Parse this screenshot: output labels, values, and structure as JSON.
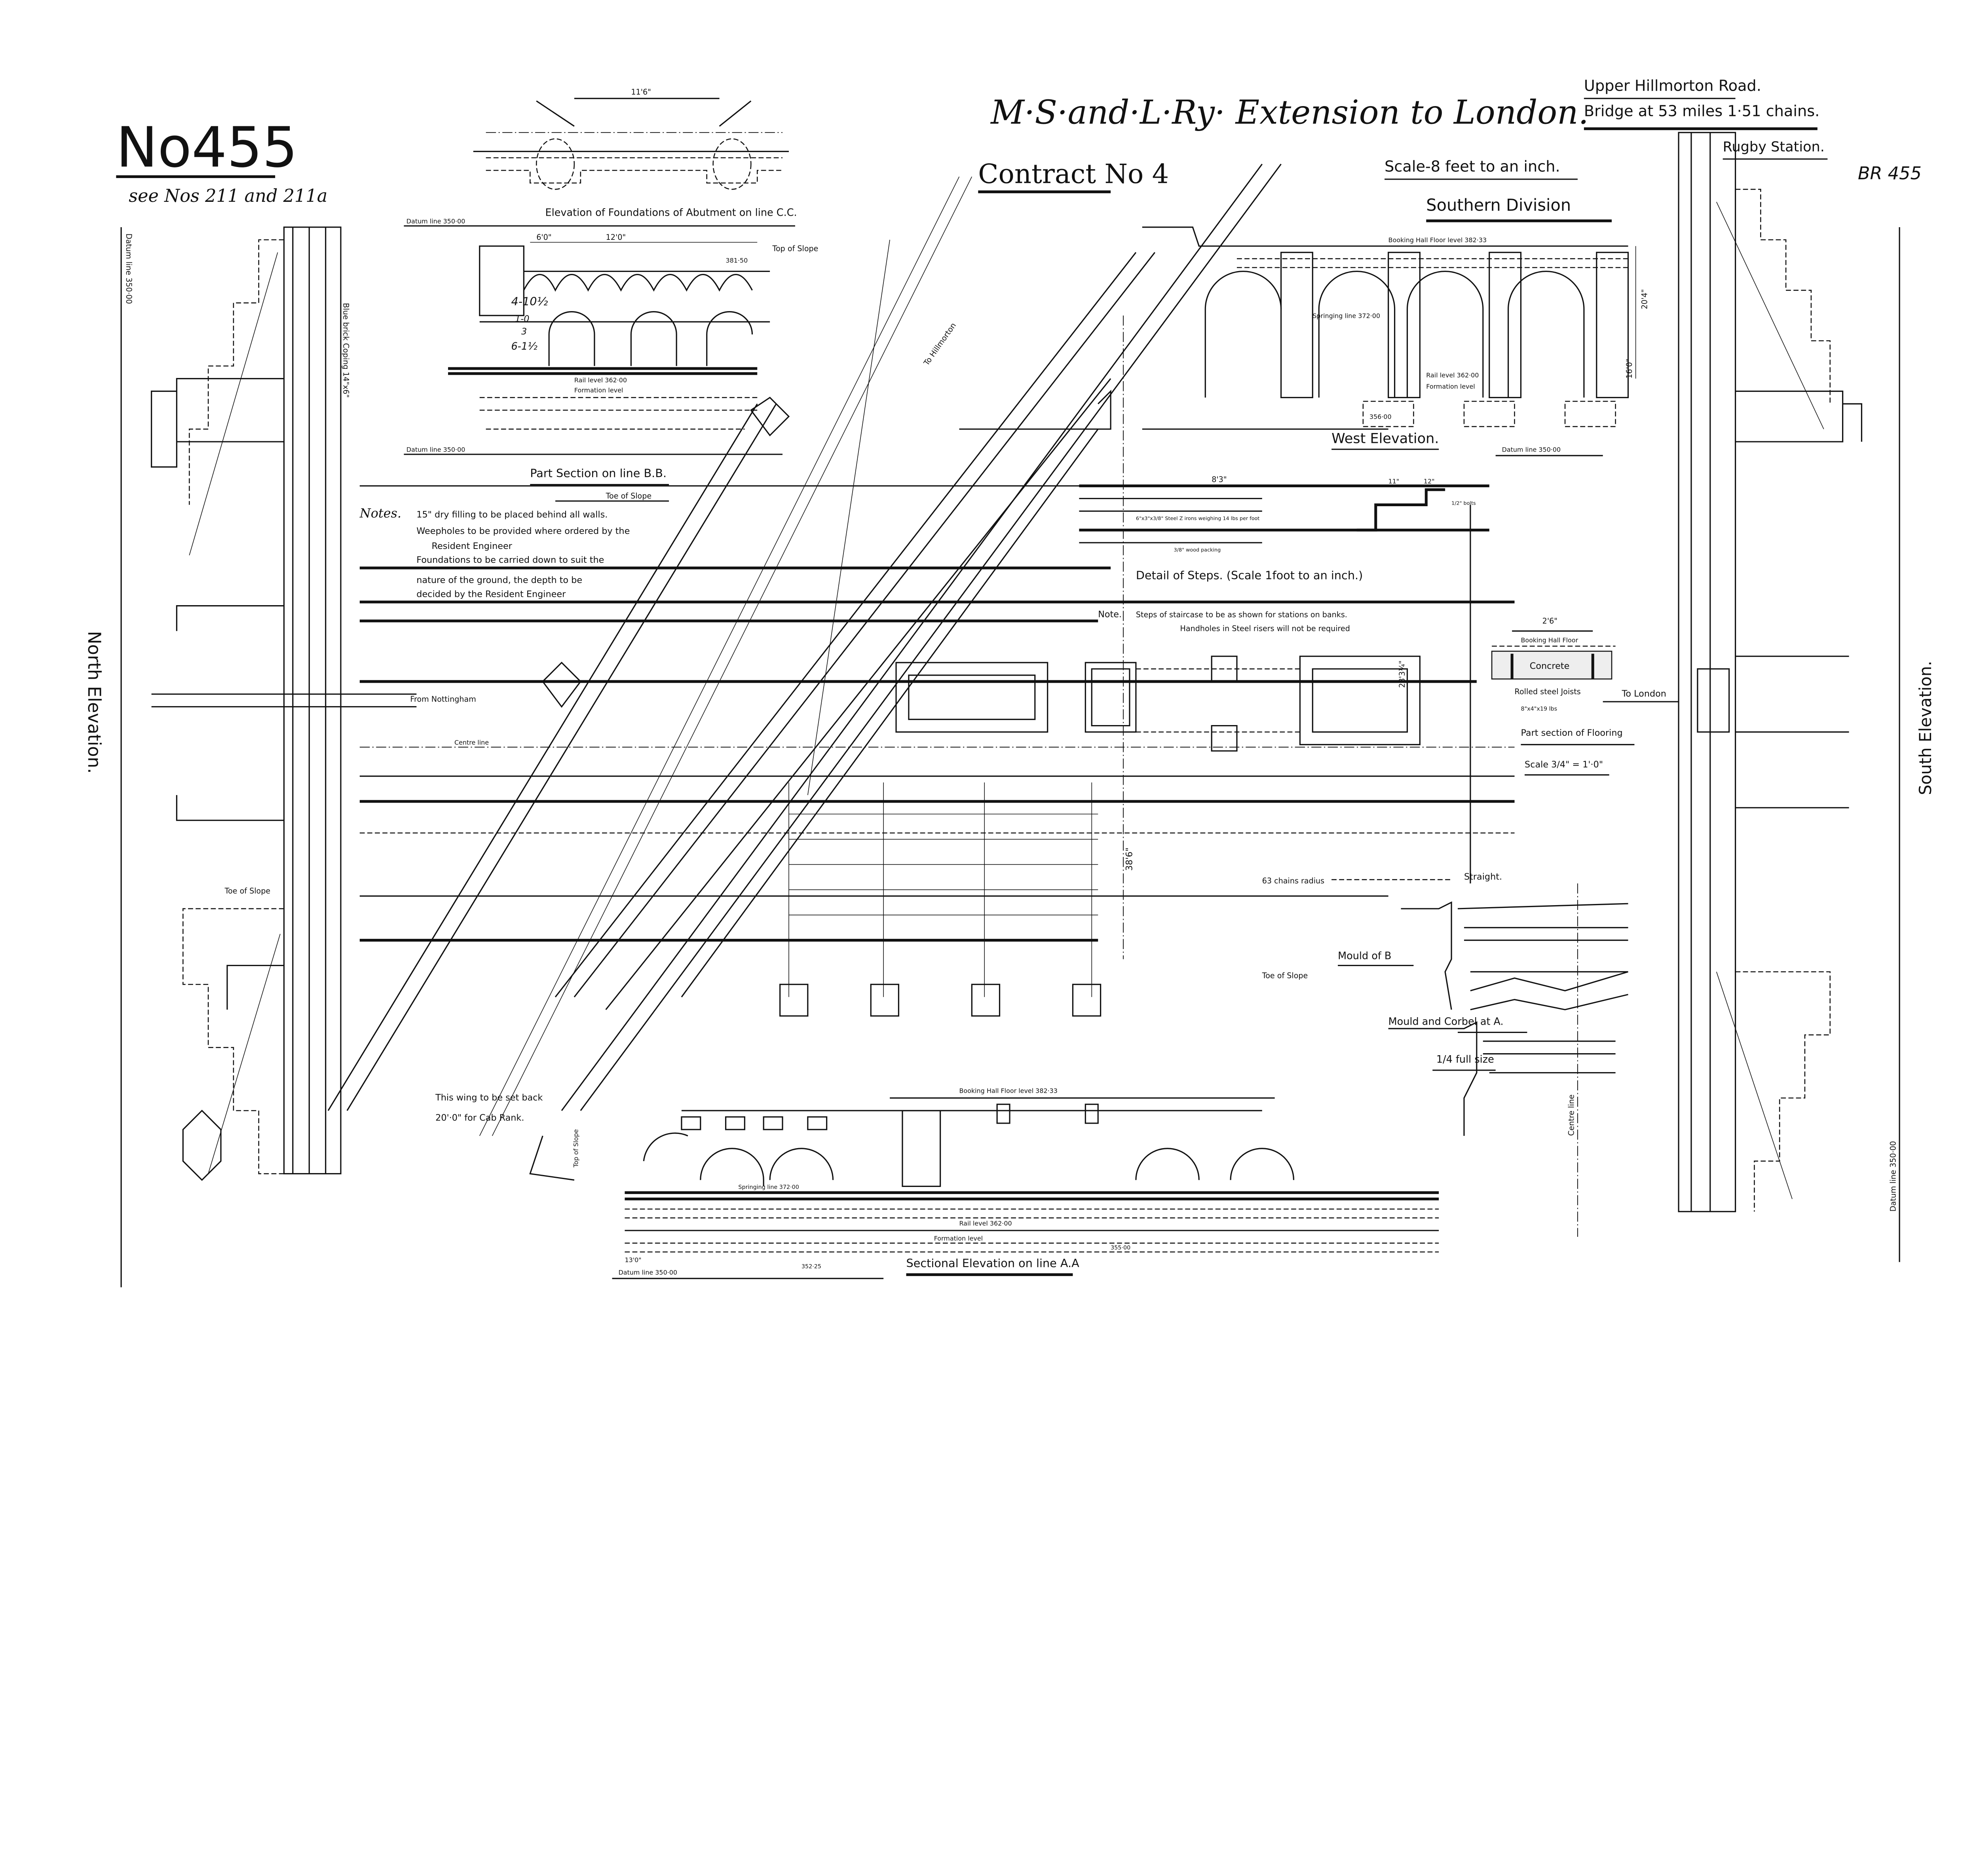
{
  "drawing": {
    "number": "No455",
    "see_also": "see Nos 211 and 211a",
    "title": "M·S·and·L·Ry· Extension to London.",
    "road": "Upper Hillmorton Road.",
    "bridge": "Bridge at 53 miles 1·51 chains.",
    "contract": "Contract No 4",
    "scale": "Scale-8 feet to an inch.",
    "division": "Southern Division",
    "station": "Rugby Station.",
    "ref": "BR 455"
  },
  "views": {
    "foundations_cc": "Elevation of Foundations of Abutment on line C.C.",
    "section_bb": "Part Section on line B.B.",
    "west_elevation": "West Elevation.",
    "north_elevation": "North Elevation.",
    "south_elevation": "South Elevation.",
    "sectional_aa": "Sectional Elevation on line A.A",
    "steps_detail": "Detail of Steps. (Scale 1foot to an inch.)",
    "flooring": "Part section of Flooring",
    "flooring_scale": "Scale 3/4\" = 1'·0\"",
    "mould_b": "Mould of B",
    "mould_a": "Mould and Corbel at A.",
    "quarter_size": "1/4 full size"
  },
  "notes": {
    "heading": "Notes.",
    "lines": [
      "15\" dry filling to be placed behind all walls.",
      "Weepholes to be provided where ordered by the",
      "Resident Engineer",
      "Foundations to be carried down to suit the",
      "nature of the ground, the depth to be",
      "decided by the Resident Engineer"
    ],
    "steps_heading": "Note.",
    "steps_lines": [
      "Steps of staircase to be as shown for stations on banks.",
      "Handholes in Steel risers will not be required"
    ],
    "cab_rank": [
      "This wing to be set back",
      "20'·0\" for Cab Rank."
    ]
  },
  "labels": {
    "datum": "Datum line 350·00",
    "top_of_slope": "Top of Slope",
    "toe_of_slope": "Toe of Slope",
    "rail_level": "Rail level 362·00",
    "formation": "Formation level",
    "springing": "Springing line 372·00",
    "booking_hall": "Booking Hall Floor level 382·33",
    "booking_floor": "Booking Hall Floor",
    "concrete": "Concrete",
    "joists": "Rolled steel Joists",
    "joist_size": "8\"x4\"x19 lbs",
    "to_london": "To London",
    "from_nottingham": "From Nottingham",
    "to_hillmorton": "To Hillmorton",
    "radius": "63 chains radius",
    "straight": "Straight.",
    "centre_line": "Centre line",
    "blue_brick": "Blue brick Coping 14\"x6\"",
    "z_irons": "6\"x3\"x3/8\" Steel Z irons weighing 14 lbs per foot",
    "wood_packing": "3/8\" wood packing",
    "bolts": "1/2\" bolts",
    "pencil": [
      "4-10½",
      "1-0",
      "3",
      "6-1½"
    ],
    "dims": [
      "11'6\"",
      "12'0\"",
      "6'0\"",
      "8'3\"",
      "11\"",
      "12\"",
      "13'0\"",
      "2'6\"",
      "20'4\"",
      "16'0\"",
      "28'3¼\"",
      "38'6\"",
      "356·00",
      "355·00",
      "352·25",
      "381·50"
    ]
  }
}
